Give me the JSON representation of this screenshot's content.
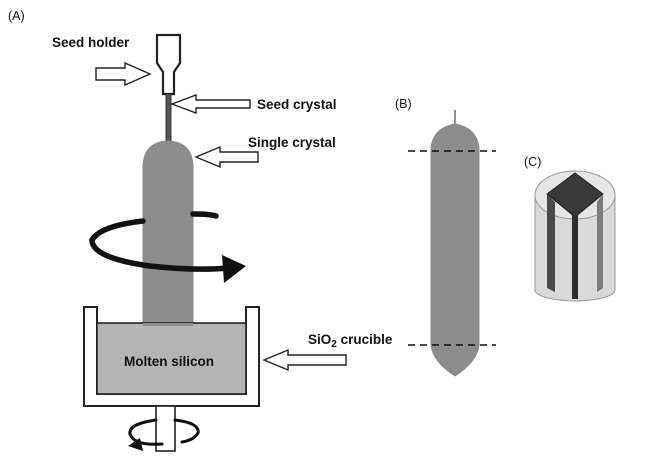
{
  "panels": {
    "a": "(A)",
    "b": "(B)",
    "c": "(C)"
  },
  "labels": {
    "seed_holder": "Seed holder",
    "seed_crystal": "Seed crystal",
    "single_crystal": "Single crystal",
    "molten_silicon": "Molten silicon",
    "crucible_prefix": "SiO",
    "crucible_subscript": "2",
    "crucible_suffix": " crucible"
  },
  "colors": {
    "crystal": "#8c8c8c",
    "melt": "#b4b4b4",
    "outline": "#222222",
    "arrow_fill": "#ffffff",
    "rotation": "#111111",
    "cylinder": "#d9d9d9",
    "wafer": "#3a3a3a"
  }
}
